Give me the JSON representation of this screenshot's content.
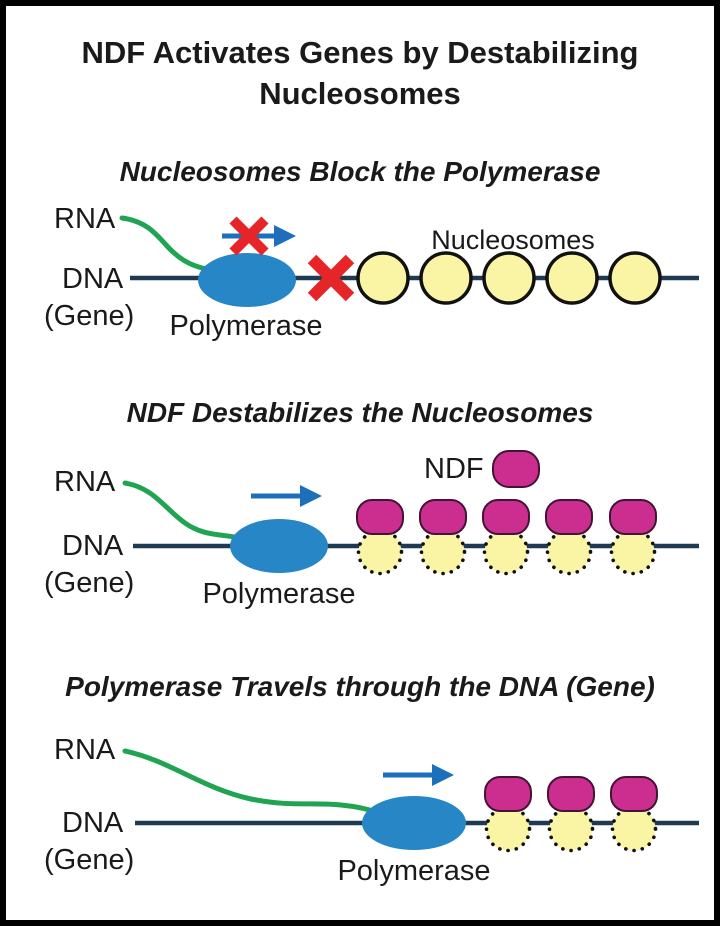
{
  "title": "NDF Activates Genes by Destabilizing Nucleosomes",
  "colors": {
    "frame": "#000000",
    "background": "#ffffff",
    "text": "#1a1a1a",
    "dna_line": "#1e3a52",
    "rna_green": "#21a452",
    "polymerase_blue": "#2787c6",
    "arrow_blue": "#1d6fbc",
    "block_red": "#e52528",
    "nucleosome_yellow": "#faf5a5",
    "nucleosome_outline": "#111111",
    "ndf_magenta": "#cb2e8f",
    "ndf_outline": "#451335"
  },
  "panels": [
    {
      "heading": "Nucleosomes Block the Polymerase",
      "labels": {
        "rna": "RNA",
        "dna": "DNA",
        "gene": "(Gene)",
        "polymerase": "Polymerase",
        "nucleosomes": "Nucleosomes"
      },
      "nucleosome_count": 5
    },
    {
      "heading": "NDF Destabilizes the Nucleosomes",
      "labels": {
        "rna": "RNA",
        "dna": "DNA",
        "gene": "(Gene)",
        "polymerase": "Polymerase",
        "ndf": "NDF"
      },
      "nucleosome_count": 5,
      "ndf_count": 6
    },
    {
      "heading": "Polymerase Travels through the DNA (Gene)",
      "labels": {
        "rna": "RNA",
        "dna": "DNA",
        "gene": "(Gene)",
        "polymerase": "Polymerase"
      },
      "nucleosome_count": 3,
      "ndf_count": 3
    }
  ]
}
